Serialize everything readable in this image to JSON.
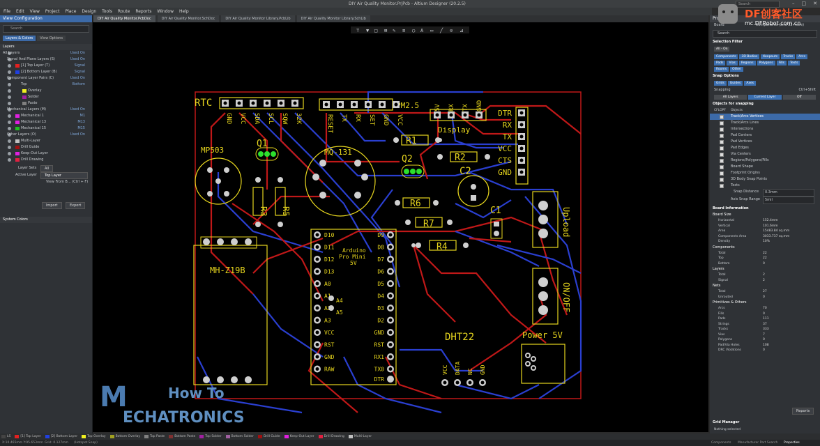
{
  "window": {
    "title": "DIY Air Quality Monitor.PrjPcb - Altium Designer (20.2.5)",
    "search_placeholder": "Search"
  },
  "menu": [
    "File",
    "Edit",
    "View",
    "Project",
    "Place",
    "Design",
    "Tools",
    "Route",
    "Reports",
    "Window",
    "Help"
  ],
  "tabs": [
    {
      "label": "DIY Air Quality Monitor.PcbDoc",
      "active": true
    },
    {
      "label": "DIY Air Quality Monitor.SchDoc"
    },
    {
      "label": "DIY Air Quality Monitor Library.PcbLib"
    },
    {
      "label": "DIY Air Quality Monitor Library.SchLib"
    }
  ],
  "left_panel": {
    "title": "View Configuration",
    "search_placeholder": "Search",
    "tabs": [
      "Layers & Colors",
      "View Options"
    ],
    "layers_header": "Layers",
    "rows": [
      {
        "label": "All Layers",
        "right": "Used On",
        "indent": 4
      },
      {
        "label": "Signal And Plane Layers (S)",
        "right": "Used On",
        "indent": 10
      },
      {
        "label": "[1] Top Layer (T)",
        "right": "Signal",
        "indent": 30,
        "color": "#e22020"
      },
      {
        "label": "[2] Bottom Layer (B)",
        "right": "Signal",
        "indent": 30,
        "color": "#2040e0"
      },
      {
        "label": "Component Layer Pairs (C)",
        "right": "Used On",
        "indent": 10
      },
      {
        "label": "Top",
        "right": "Bottom",
        "indent": 30
      },
      {
        "label": "Overlay",
        "right": "",
        "indent": 40,
        "color": "#f0f020"
      },
      {
        "label": "Solder",
        "right": "",
        "indent": 40,
        "color": "#a020a0"
      },
      {
        "label": "Paste",
        "right": "",
        "indent": 40,
        "color": "#808080"
      },
      {
        "label": "Mechanical Layers (M)",
        "right": "Used On",
        "indent": 10
      },
      {
        "label": "Mechanical 1",
        "right": "M1",
        "indent": 30,
        "color": "#e020e0"
      },
      {
        "label": "Mechanical 13",
        "right": "M13",
        "indent": 30,
        "color": "#e020e0"
      },
      {
        "label": "Mechanical 15",
        "right": "M15",
        "indent": 30,
        "color": "#20c020"
      },
      {
        "label": "Other Layers (O)",
        "right": "Used On",
        "indent": 10
      },
      {
        "label": "Multi-Layer",
        "right": "",
        "indent": 30,
        "color": "#c0c0c0"
      },
      {
        "label": "Drill Guide",
        "right": "",
        "indent": 30,
        "color": "#a01010"
      },
      {
        "label": "Keep-Out Layer",
        "right": "",
        "indent": 30,
        "color": "#e020e0"
      },
      {
        "label": "Drill Drawing",
        "right": "",
        "indent": 30,
        "color": "#e02040"
      }
    ],
    "layer_sets_label": "Layer Sets",
    "layer_sets_value": "All",
    "active_layer_label": "Active Layer",
    "active_layer_value": "Top Layer",
    "view_from_label": "View From B... (Ctrl + F)",
    "import_label": "Import",
    "export_label": "Export",
    "system_colors": "System Colors"
  },
  "pcb": {
    "labels": {
      "rtc": "RTC",
      "pm25": "PM2.5",
      "display": "Display",
      "mp503": "MP503",
      "mq131": "MQ-131",
      "q1": "Q1",
      "q2": "Q2",
      "r1": "R1",
      "r2": "R2",
      "r3": "R3",
      "r5": "R5",
      "r6": "R6",
      "r7": "R7",
      "r4": "R4",
      "c2": "C2",
      "c1": "C1",
      "mhz": "MH-Z19B",
      "arduino": "Arduino\nPro Mini\n5V",
      "dht": "DHT22",
      "power": "Power 5V",
      "upload": "Upload",
      "onoff": "ON/OFF"
    },
    "rtc_pins": [
      "GND",
      "VCC",
      "SDA",
      "SCL",
      "SQW",
      "32K"
    ],
    "pm_pins": [
      "RESET",
      "TX",
      "RX",
      "SET",
      "GND",
      "VCC"
    ],
    "disp_pins": [
      "5V",
      "RX",
      "TX",
      "GND"
    ],
    "right_header_pins": [
      "DTR",
      "RX",
      "TX",
      "VCC",
      "CTS",
      "GND"
    ],
    "ard_left": [
      "D10",
      "D11",
      "D12",
      "D13",
      "A0",
      "A1",
      "A2",
      "A3",
      "VCC",
      "RST",
      "GND",
      "RAW"
    ],
    "ard_right": [
      "D9",
      "D8",
      "D7",
      "D6",
      "D5",
      "D4",
      "D3",
      "D2",
      "GND",
      "RST",
      "RX1",
      "TX0"
    ],
    "ard_extra": [
      "A4",
      "A5",
      "DTR"
    ],
    "dht_pins": [
      "VCC",
      "DATA",
      "NC",
      "GND"
    ],
    "logo_line1": "How To",
    "logo_line2": "ECHATRONICS",
    "logo_m": "M"
  },
  "right_panel": {
    "title": "Properties",
    "board_label": "Board",
    "components_label": "Components (and 12 more)",
    "search_placeholder": "Search",
    "selection_filter": "Selection Filter",
    "all_on": "All - On",
    "filter_chips": [
      "Components",
      "3D Bodies",
      "Keepouts",
      "Tracks",
      "Arcs",
      "Pads",
      "Vias",
      "Regions",
      "Polygons",
      "Fills",
      "Texts",
      "Rooms",
      "Other"
    ],
    "snap_options": "Snap Options",
    "snap_chips": [
      "Grids",
      "Guides",
      "Axes"
    ],
    "snapping": "Snapping",
    "snapping_right": "Ctrl+Shift",
    "snap_layers": [
      "All Layers",
      "Current Layer",
      "Off"
    ],
    "objects_for_snapping": "Objects for snapping",
    "obj_header_left": "CFLOPF",
    "obj_header": "Objects",
    "objects": [
      "Track/Arcs Vertices",
      "Track/Arcs Lines",
      "Intersections",
      "Pad Centers",
      "Pad Vertices",
      "Pad Edges",
      "Via Centers",
      "Regions/Polygons/Fills",
      "Board Shape",
      "Footprint Origins",
      "3D Body Snap Points",
      "Texts"
    ],
    "snap_distance_label": "Snap Distance",
    "snap_distance_value": "0.3mm",
    "axis_snap_label": "Axis Snap Range",
    "axis_snap_value": "5mil",
    "board_information": "Board Information",
    "board_size": "Board Size",
    "board_size_kv": [
      [
        "Horizontal",
        "152.4mm"
      ],
      [
        "Vertical",
        "101.6mm"
      ],
      [
        "Area",
        "15483.84 sq.mm"
      ],
      [
        "Components Area",
        "3033.737 sq.mm"
      ],
      [
        "Density",
        "10%"
      ]
    ],
    "components_sec": "Components",
    "components_kv": [
      [
        "Total",
        "22"
      ],
      [
        "Top",
        "22"
      ],
      [
        "Bottom",
        "0"
      ]
    ],
    "layers_sec": "Layers",
    "layers_kv": [
      [
        "Total",
        "2"
      ],
      [
        "Signal",
        "2"
      ]
    ],
    "nets_sec": "Nets",
    "nets_kv": [
      [
        "Total",
        "27"
      ],
      [
        "Unrouted",
        "0"
      ]
    ],
    "prims_sec": "Primitives & Others",
    "prims_kv": [
      [
        "Arcs",
        "70"
      ],
      [
        "Fills",
        "0"
      ],
      [
        "Pads",
        "111"
      ],
      [
        "Strings",
        "37"
      ],
      [
        "Tracks",
        "333"
      ],
      [
        "Vias",
        "7"
      ],
      [
        "Polygons",
        "0"
      ],
      [
        "Pad/Via Holes",
        "108"
      ],
      [
        "DRC Violations",
        "0"
      ]
    ],
    "reports_label": "Reports",
    "grid_manager": "Grid Manager",
    "nothing_selected": "Nothing selected",
    "bottom_tabs": [
      "Components",
      "Manufacturer Part Search",
      "Properties"
    ]
  },
  "layer_tabs": [
    {
      "label": "LS",
      "color": "#444"
    },
    {
      "label": "[1] Top Layer",
      "color": "#e22020"
    },
    {
      "label": "[2] Bottom Layer",
      "color": "#2040e0"
    },
    {
      "label": "Top Overlay",
      "color": "#f0f020"
    },
    {
      "label": "Bottom Overlay",
      "color": "#a0a020"
    },
    {
      "label": "Top Paste",
      "color": "#808080"
    },
    {
      "label": "Bottom Paste",
      "color": "#803030"
    },
    {
      "label": "Top Solder",
      "color": "#a020a0"
    },
    {
      "label": "Bottom Solder",
      "color": "#a060a0"
    },
    {
      "label": "Drill Guide",
      "color": "#a01010"
    },
    {
      "label": "Keep-Out Layer",
      "color": "#e020e0"
    },
    {
      "label": "Drill Drawing",
      "color": "#e02040"
    },
    {
      "label": "Multi-Layer",
      "color": "#c0c0c0"
    }
  ],
  "statusbar": {
    "coords": "X:10.465mm Y:95.653mm",
    "grid": "Grid: 0.127mm",
    "snap": "(Hotspot Snap)"
  },
  "watermark": {
    "line1": "DF创客社区",
    "line2": "mc.DFRobot.com.cn"
  }
}
